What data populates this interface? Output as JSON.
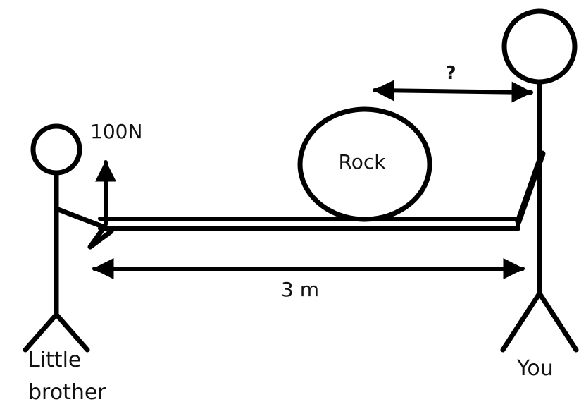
{
  "labels": {
    "force": "100N",
    "rock": "Rock",
    "unknown_distance": "?",
    "total_distance": "3 m",
    "left_person_line1": "Little",
    "left_person_line2": "brother",
    "right_person": "You"
  }
}
